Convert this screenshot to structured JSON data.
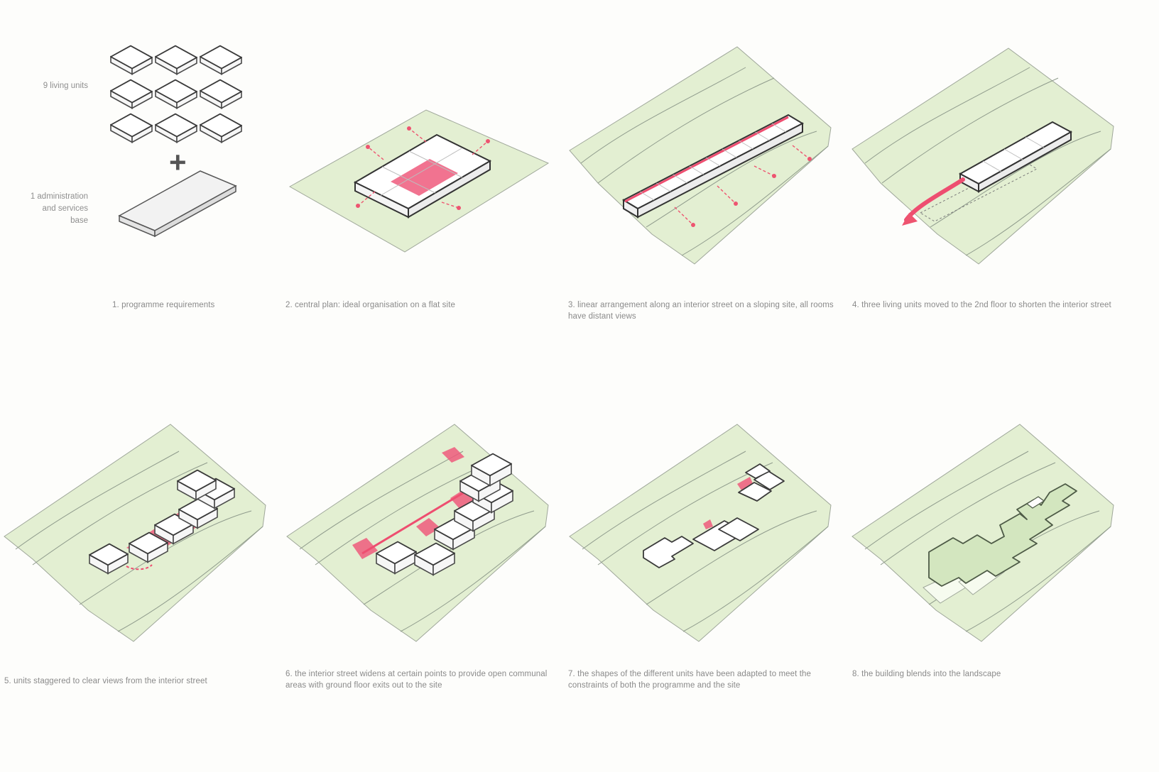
{
  "panel1": {
    "label_units": "9 living units",
    "plus": "+",
    "label_base": "1 administration\nand services\nbase",
    "caption": "1. programme requirements"
  },
  "panel2": {
    "caption": "2. central plan: ideal organisation on a flat site"
  },
  "panel3": {
    "caption": "3. linear arrangement along an interior street on a sloping site, all rooms have distant views"
  },
  "panel4": {
    "caption": "4. three living units moved to the 2nd floor to shorten the interior street"
  },
  "panel5": {
    "caption": "5. units staggered to clear views from the interior street"
  },
  "panel6": {
    "caption": "6. the interior street widens at certain points to provide open communal areas with ground floor exits out to the site"
  },
  "panel7": {
    "caption": "7. the shapes of the different units have been adapted to meet the constraints of both the programme and the site"
  },
  "panel8": {
    "caption": "8. the building blends into the landscape"
  },
  "colors": {
    "land": "#e3efd2",
    "accent_red": "#ef5a7c",
    "outline": "#3a3a3a",
    "caption_text": "#8a8a8a"
  }
}
